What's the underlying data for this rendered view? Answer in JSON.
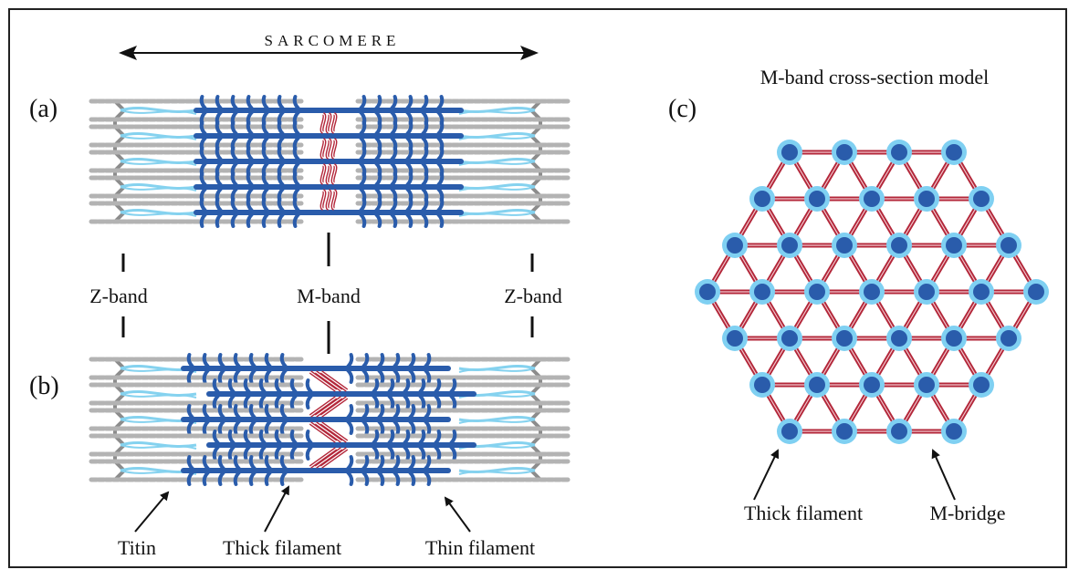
{
  "header": {
    "sarcomere_label": "SARCOMERE"
  },
  "panels": {
    "a": "(a)",
    "b": "(b)",
    "c": "(c)"
  },
  "bands": {
    "z_left": "Z-band",
    "m": "M-band",
    "z_right": "Z-band"
  },
  "annotations": {
    "titin": "Titin",
    "thick_filament_b": "Thick filament",
    "thin_filament": "Thin filament",
    "thick_filament_c": "Thick filament",
    "m_bridge": "M-bridge"
  },
  "cross_section": {
    "title": "M-band cross-section model",
    "row_counts": [
      4,
      5,
      6,
      7,
      6,
      5,
      4
    ]
  },
  "colors": {
    "thick_filament": "#2a5cab",
    "thick_filament_halo": "#7fd0f2",
    "thin_filament": "#b3b3b3",
    "z_band": "#8c8c8c",
    "titin": "#85d2ef",
    "m_bridge": "#b3273a",
    "frame": "#222222"
  }
}
